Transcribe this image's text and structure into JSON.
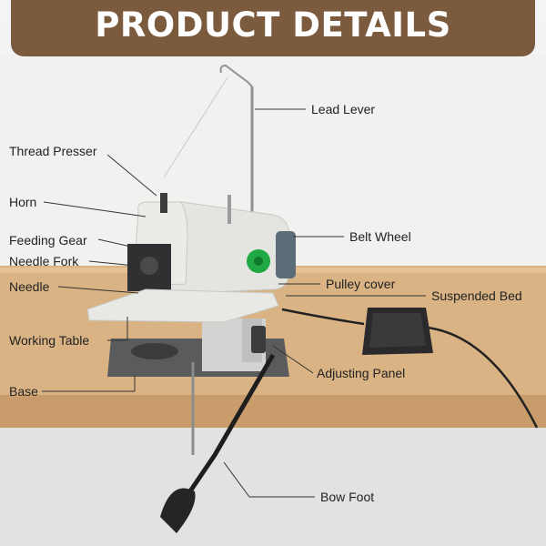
{
  "banner": {
    "title": "PRODUCT DETAILS"
  },
  "labels": {
    "lead_lever": "Lead Lever",
    "thread_presser": "Thread Presser",
    "horn": "Horn",
    "belt_wheel": "Belt Wheel",
    "feeding_gear": "Feeding Gear",
    "needle_fork": "Needle Fork",
    "pulley_cover": "Pulley cover",
    "needle": "Needle",
    "suspended_bed": "Suspended Bed",
    "working_table": "Working Table",
    "adjusting_panel": "Adjusting Panel",
    "base": "Base",
    "bow_foot": "Bow Foot"
  },
  "colors": {
    "banner": "#7b5a3e",
    "table_wood": "#d8b283",
    "machine_body": "#e3e3e0",
    "power_button": "#1fa844",
    "belt_wheel": "#5c6b78",
    "base_metal": "#58595b"
  }
}
